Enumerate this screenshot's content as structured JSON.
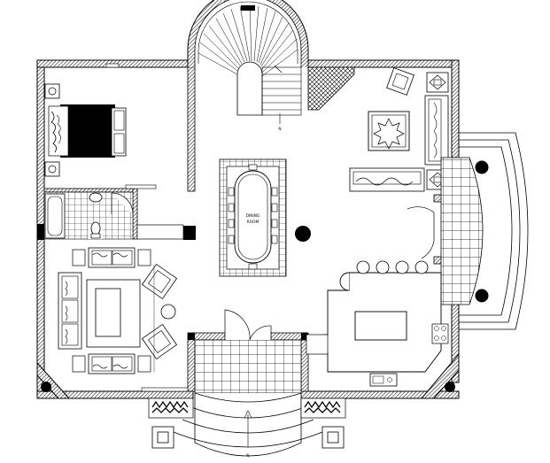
{
  "plan": {
    "dining_label_line1": "DINING",
    "dining_label_line2": "ROOM",
    "stair_up_mark": "N",
    "entrance_mark": "N",
    "colors": {
      "line": "#000000",
      "paper": "#ffffff"
    }
  }
}
